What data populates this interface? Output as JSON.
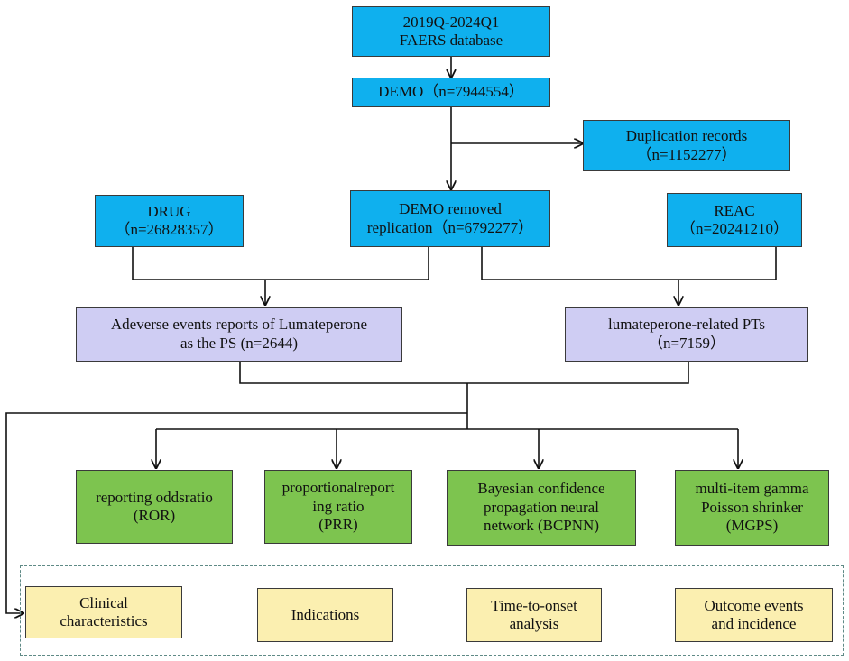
{
  "source": {
    "line1": "2019Q-2024Q1",
    "line2": "FAERS database"
  },
  "demo": {
    "line1": "DEMO（n=7944554）"
  },
  "duplication": {
    "line1": "Duplication records",
    "line2": "（n=1152277）"
  },
  "drug": {
    "line1": "DRUG",
    "line2": "（n=26828357）"
  },
  "demo_removed": {
    "line1": "DEMO removed",
    "line2": "replication（n=6792277）"
  },
  "reac": {
    "line1": "REAC",
    "line2": "（n=20241210）"
  },
  "ae_reports": {
    "line1": "Adeverse events reports of Lumateperone",
    "line2": "as the PS (n=2644)"
  },
  "pts": {
    "line1": "lumateperone-related PTs",
    "line2": "（n=7159）"
  },
  "methods": [
    {
      "lines": [
        "reporting oddsratio",
        "(ROR)"
      ]
    },
    {
      "lines": [
        "proportionalreport",
        "ing ratio",
        "(PRR)"
      ]
    },
    {
      "lines": [
        "Bayesian confidence",
        "propagation neural",
        "network (BCPNN)"
      ]
    },
    {
      "lines": [
        "multi-item gamma",
        "Poisson shrinker",
        "(MGPS)"
      ]
    }
  ],
  "analyses": [
    {
      "lines": [
        "Clinical",
        "characteristics"
      ]
    },
    {
      "lines": [
        "Indications"
      ]
    },
    {
      "lines": [
        "Time-to-onset",
        "analysis"
      ]
    },
    {
      "lines": [
        "Outcome events",
        "and incidence"
      ]
    }
  ]
}
